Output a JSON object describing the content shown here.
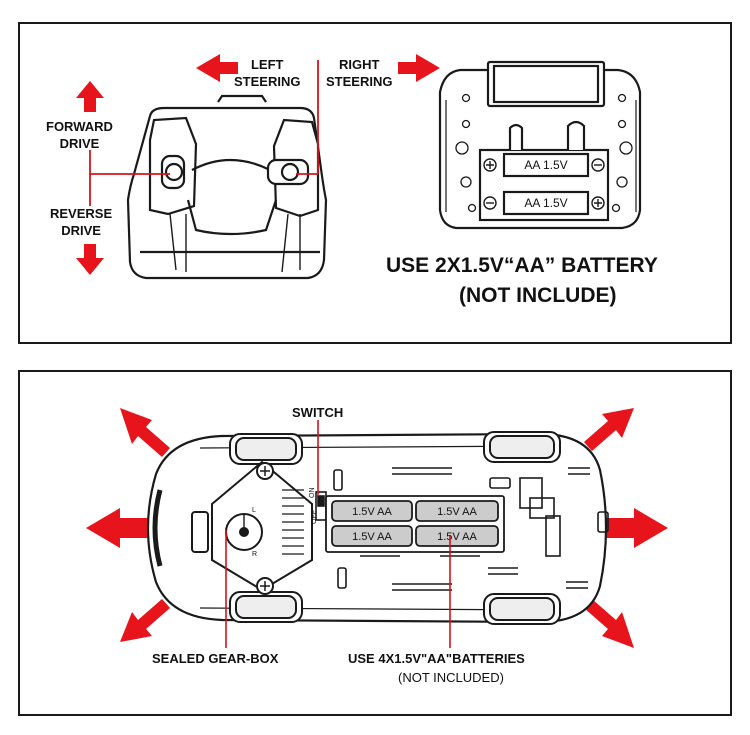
{
  "top_panel": {
    "left_steering": "LEFT\nSTEERING",
    "right_steering": "RIGHT\nSTEERING",
    "forward_drive": "FORWARD\nDRIVE",
    "reverse_drive": "REVERSE\nDRIVE",
    "battery_label_1": "AA 1.5V",
    "battery_label_2": "AA 1.5V",
    "battery_note_line1": "USE 2X1.5V“AA” BATTERY",
    "battery_note_line2": "(NOT INCLUDE)"
  },
  "bottom_panel": {
    "switch_label": "SWITCH",
    "switch_off": "OFF",
    "switch_on": "ON",
    "cell_labels": [
      "1.5V AA",
      "1.5V AA",
      "1.5V AA",
      "1.5V AA"
    ],
    "gearbox_label": "SEALED GEAR-BOX",
    "batteries_label": "USE 4X1.5V\"AA\"BATTERIES",
    "batteries_note": "(NOT INCLUDED)"
  },
  "colors": {
    "arrow_red": "#e8141b",
    "leader_red": "#d4141b",
    "outline": "#1a1a1a"
  }
}
